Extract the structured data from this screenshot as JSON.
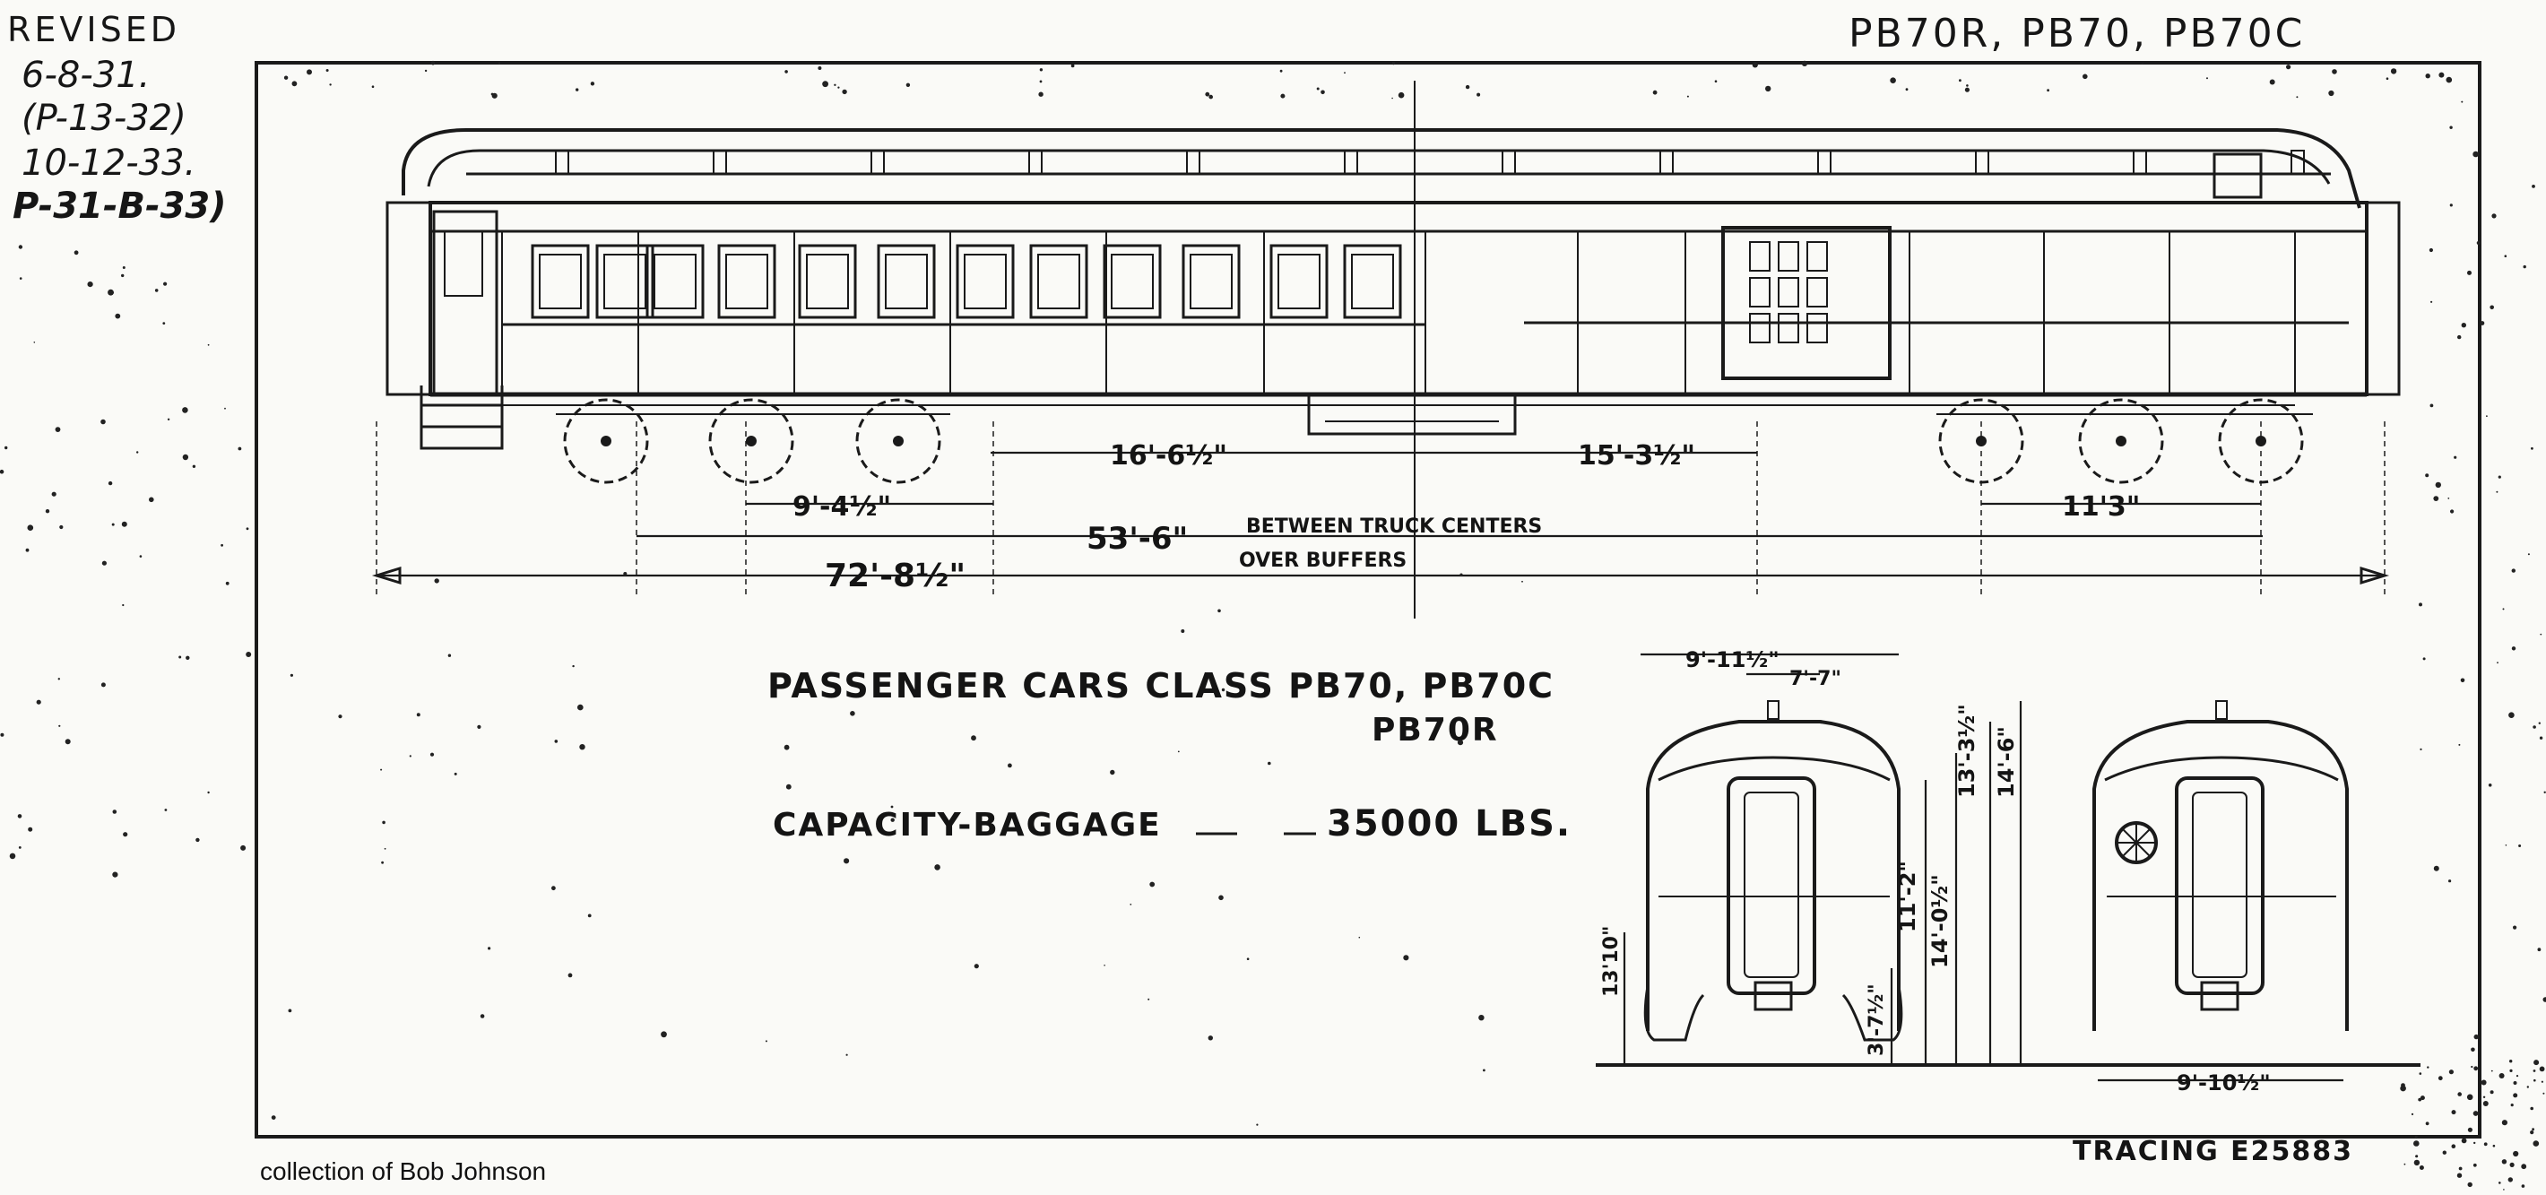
{
  "header": {
    "revised_label": "REVISED",
    "revisions": [
      "6-8-31.",
      "(P-13-32)",
      "10-12-33.",
      "P-31-B-33)"
    ],
    "classes": "PB70R, PB70, PB70C"
  },
  "title": {
    "line1": "PASSENGER CARS CLASS PB70, PB70C",
    "line2": "PB70R"
  },
  "capacity": {
    "label": "CAPACITY-BAGGAGE",
    "value": "35000 LBS."
  },
  "side_view_dimensions": {
    "truck_to_door": "16'-6½\"",
    "door_to_truck": "15'-3½\"",
    "wheelbase_a": "9'-4½\"",
    "wheelbase_b": "11'3\"",
    "truck_centers_value": "53'-6\"",
    "truck_centers_label": "BETWEEN TRUCK CENTERS",
    "over_buffers_value": "72'-8½\"",
    "over_buffers_label": "OVER BUFFERS"
  },
  "end_view_dimensions": {
    "width_overall": "9'-11½\"",
    "width_roof": "7'-7\"",
    "height_1": "13'-3½\"",
    "height_2": "14'-6\"",
    "height_3": "14'-0½\"",
    "height_4": "11'-2\"",
    "height_5": "3'-7½\"",
    "height_6": "13'10\"",
    "gauge": "9'-10½\""
  },
  "tracing": "TRACING E25883",
  "credit": "collection of Bob Johnson"
}
